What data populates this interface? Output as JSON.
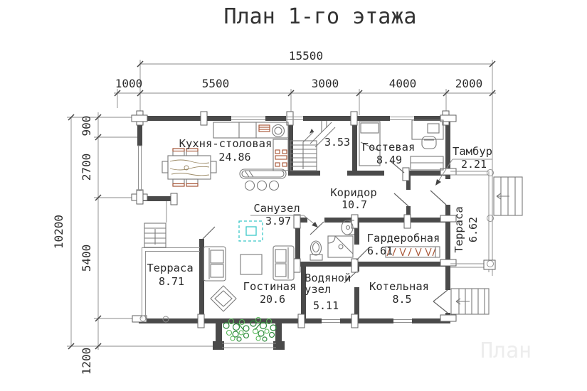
{
  "title": "План 1-го этажа",
  "watermark": "План",
  "dimensions": {
    "top_total": "15500",
    "top_chain": [
      "1000",
      "5500",
      "3000",
      "4000",
      "2000"
    ],
    "left_total": "10200",
    "left_chain": [
      "900",
      "2700",
      "5400",
      "1200"
    ]
  },
  "rooms": {
    "kitchen": {
      "label": "Кухня-столовая",
      "area": "24.86"
    },
    "stair_hall": {
      "area": "3.53"
    },
    "guest": {
      "label": "Гостевая",
      "area": "8.49"
    },
    "vestibule": {
      "label": "Тамбур",
      "area": "2.21"
    },
    "corridor": {
      "label": "Коридор",
      "area": "10.7"
    },
    "bathroom": {
      "label": "Санузел",
      "area": "3.97"
    },
    "wardrobe": {
      "label": "Гардеробная",
      "area": "6.61"
    },
    "terrace_right": {
      "label": "Терраса",
      "area": "6.62"
    },
    "terrace_left": {
      "label": "Терраса",
      "area": "8.71"
    },
    "living_room": {
      "label": "Гостиная",
      "area": "20.6"
    },
    "water_unit": {
      "label_line1": "Водяной",
      "label_line2": "узел",
      "area": "5.11"
    },
    "boiler": {
      "label": "Котельная",
      "area": "8.5"
    }
  },
  "colors": {
    "wall": "#4a4a4a",
    "furniture_line": "#7a7a7a",
    "dimension_line": "#8a8a8a",
    "label_text": "#2b2b2b",
    "accent_red": "#a65030",
    "plant_green": "#2e8b3b",
    "marker_cyan": "#3cc8c8",
    "watermark_gray": "#ededed"
  }
}
